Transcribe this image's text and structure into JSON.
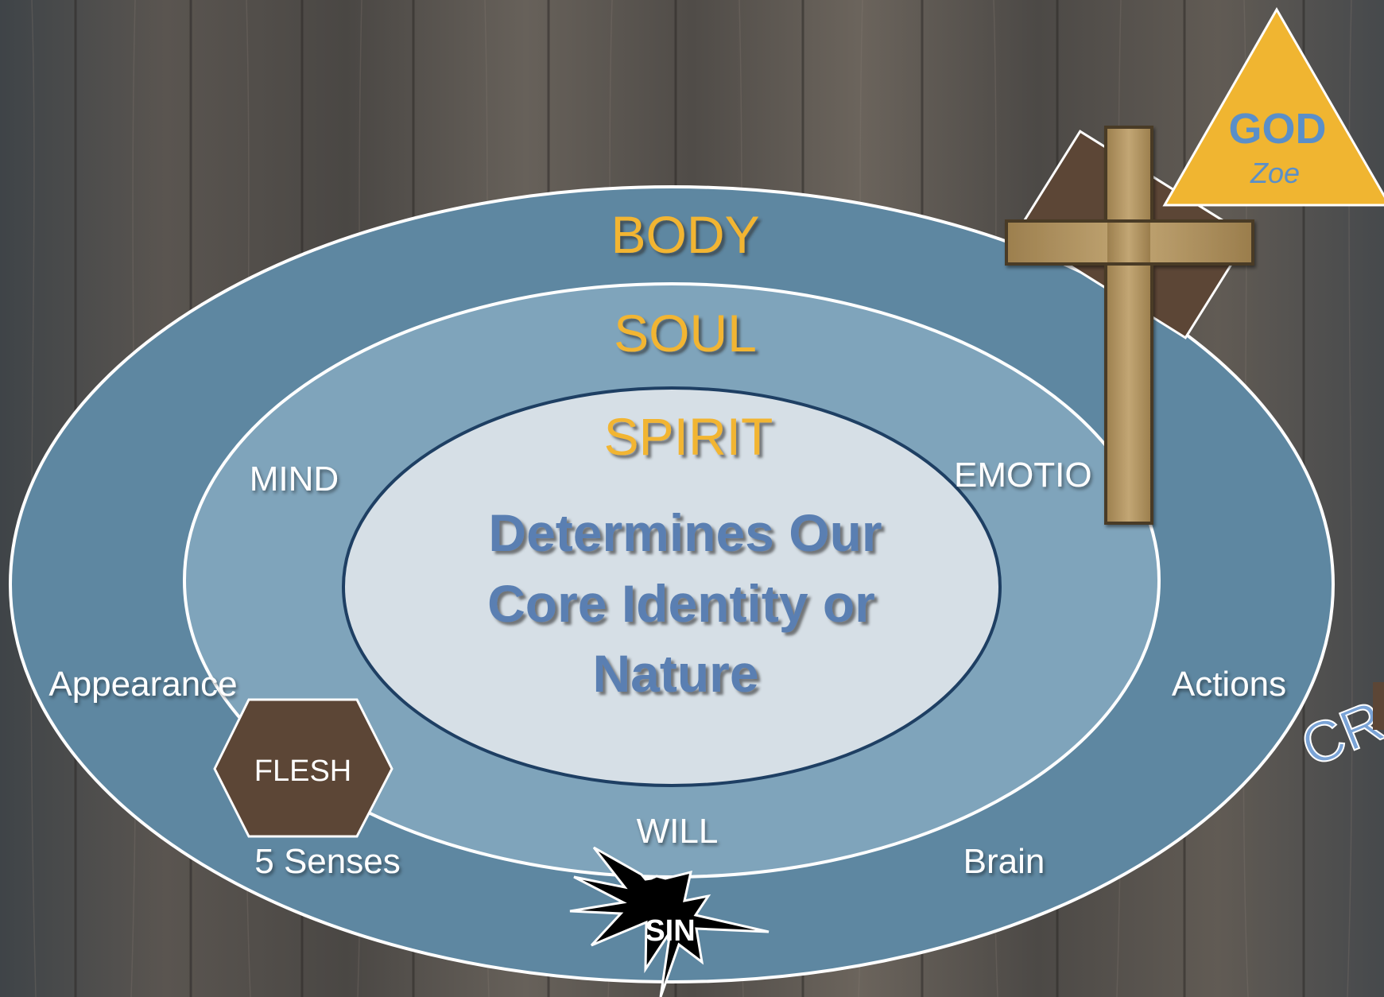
{
  "layers": {
    "body": "BODY",
    "soul": "SOUL",
    "spirit": "SPIRIT"
  },
  "core": {
    "line1": "Determines Our",
    "line2": "Core Identity or",
    "line3": "Nature"
  },
  "soul_parts": {
    "mind": "MIND",
    "emotions": "EMOTIO",
    "will": "WILL"
  },
  "body_parts": {
    "appearance": "Appearance",
    "actions": "Actions",
    "senses": "5 Senses",
    "brain": "Brain"
  },
  "badges": {
    "flesh": "FLESH",
    "sin": "SIN"
  },
  "god": {
    "title": "GOD",
    "subtitle": "Zoe"
  },
  "edge_text": "CR",
  "colors": {
    "background_wood": "#4d4a47",
    "body_ring": "#5e87a1",
    "soul_ring": "#7fa4bb",
    "spirit_core": "#d6dfe6",
    "layer_title": "#f2b531",
    "core_text": "#5a7fb2",
    "flesh_fill": "#5c4636",
    "sin_fill": "#000000",
    "god_triangle": "#f0b531",
    "god_text": "#5a8fc9",
    "cross_wood": "#b09462"
  }
}
